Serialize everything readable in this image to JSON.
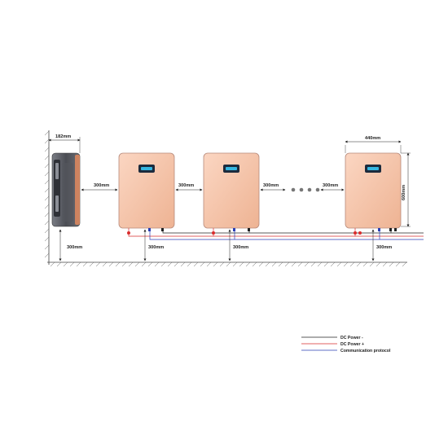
{
  "dimensions": {
    "side_depth": "182mm",
    "unit_width": "440mm",
    "unit_height": "600mm",
    "gap_1": "300mm",
    "gap_2": "300mm",
    "gap_3": "300mm",
    "gap_4": "300mm",
    "bottom_1": "300mm",
    "bottom_2": "300mm",
    "bottom_3": "300mm"
  },
  "legend": {
    "items": [
      {
        "label": "DC Power -",
        "color": "#222222"
      },
      {
        "label": "DC Power +",
        "color": "#d92c2c"
      },
      {
        "label": "Communication protocol",
        "color": "#2c3fb5"
      }
    ]
  },
  "colors": {
    "unit_body": "#f6c2a6",
    "unit_edge": "#b6897a",
    "side_unit": "#5a5c63",
    "side_accent": "#d9865e",
    "screen": "#1c2b3d",
    "screen_glow": "#3ad0ff",
    "ground_hatch": "#555555"
  }
}
